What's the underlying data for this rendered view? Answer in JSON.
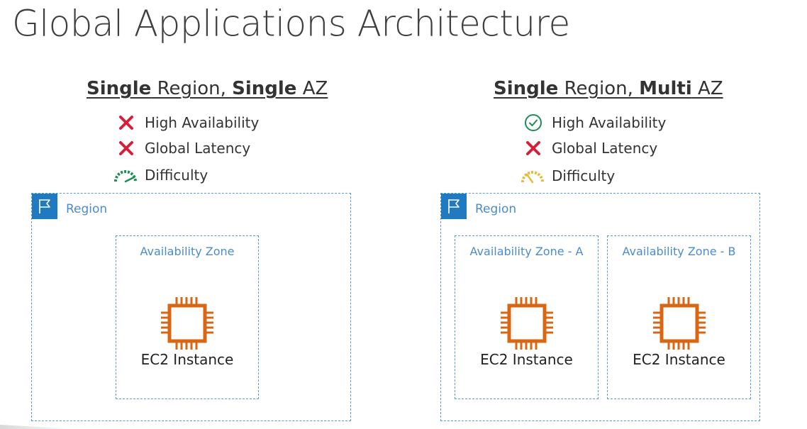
{
  "title": "Global Applications Architecture",
  "panels": [
    {
      "heading": {
        "bold1": "Single",
        "rest1": " Region, ",
        "bold2": "Single",
        "rest2": " AZ"
      },
      "attributes": [
        {
          "icon": "x-mark-icon",
          "color": "#d6203a",
          "label": "High Availability"
        },
        {
          "icon": "x-mark-icon",
          "color": "#d6203a",
          "label": "Global Latency"
        },
        {
          "icon": "gauge-low-icon",
          "color": "#1e8c55",
          "label": "Difficulty"
        }
      ],
      "region_label": "Region",
      "zones": [
        {
          "label": "Availability Zone",
          "instance": "EC2 Instance"
        }
      ]
    },
    {
      "heading": {
        "bold1": "Single",
        "rest1": " Region, ",
        "bold2": "Multi",
        "rest2": " AZ"
      },
      "attributes": [
        {
          "icon": "check-circle-icon",
          "color": "#1e8c55",
          "label": "High Availability"
        },
        {
          "icon": "x-mark-icon",
          "color": "#d6203a",
          "label": "Global Latency"
        },
        {
          "icon": "gauge-medium-icon",
          "color": "#e8b93a",
          "label": "Difficulty"
        }
      ],
      "region_label": "Region",
      "zones": [
        {
          "label": "Availability Zone - A",
          "instance": "EC2 Instance"
        },
        {
          "label": "Availability Zone - B",
          "instance": "EC2 Instance"
        }
      ]
    }
  ],
  "colors": {
    "region_accent": "#1f7ac1",
    "dashed_border": "#5b9bd5",
    "ec2_orange": "#d86613"
  }
}
